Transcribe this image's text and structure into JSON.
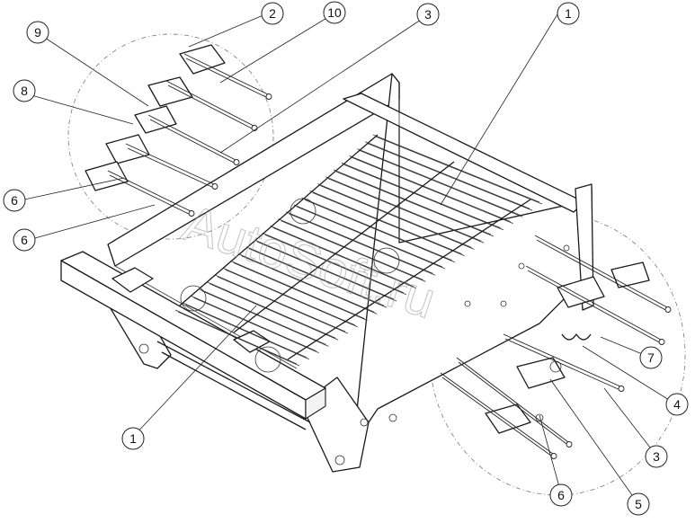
{
  "watermark": "AutoSoft.ru",
  "callouts": [
    {
      "label": "2"
    },
    {
      "label": "10"
    },
    {
      "label": "3"
    },
    {
      "label": "1"
    },
    {
      "label": "9"
    },
    {
      "label": "8"
    },
    {
      "label": "6"
    },
    {
      "label": "6"
    },
    {
      "label": "7"
    },
    {
      "label": "4"
    },
    {
      "label": "3"
    },
    {
      "label": "1"
    },
    {
      "label": "6"
    },
    {
      "label": "5"
    }
  ]
}
